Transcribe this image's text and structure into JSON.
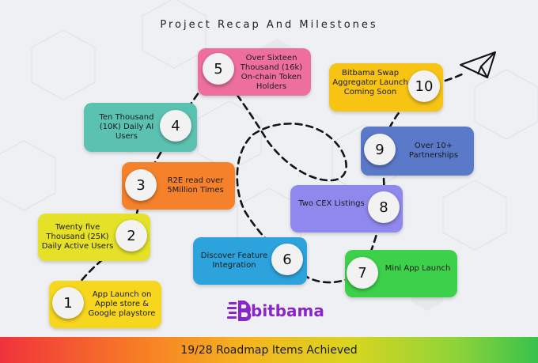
{
  "title": "Project Recap And Milestones",
  "milestones": [
    {
      "num": "1",
      "text": "App Launch on Apple store & Google playstore",
      "color": "#f7d61e"
    },
    {
      "num": "2",
      "text": "Twenty five Thousand (25K) Daily Active Users",
      "color": "#e4e128"
    },
    {
      "num": "3",
      "text": "R2E read over 5Million Times",
      "color": "#f5812b"
    },
    {
      "num": "4",
      "text": "Ten Thousand (10K) Daily AI Users",
      "color": "#5bc2b1"
    },
    {
      "num": "5",
      "text": "Over Sixteen Thousand (16k) On-chain Token Holders",
      "color": "#ee6f9e"
    },
    {
      "num": "6",
      "text": "Discover Feature Integration",
      "color": "#2ca3dd"
    },
    {
      "num": "7",
      "text": "Mini App Launch",
      "color": "#3dd14b"
    },
    {
      "num": "8",
      "text": "Two CEX Listings",
      "color": "#8f89ee"
    },
    {
      "num": "9",
      "text": "Over 10+ Partnerships",
      "color": "#5a79c9"
    },
    {
      "num": "10",
      "text": "Bitbama Swap Aggregator Launch Coming Soon",
      "color": "#f7c414"
    }
  ],
  "logo": {
    "text": "bitbama",
    "icon": "bitbama-logo-icon"
  },
  "footer": {
    "text": "19/28 Roadmap Items Achieved"
  },
  "icons": {
    "plane": "paper-plane-icon"
  }
}
